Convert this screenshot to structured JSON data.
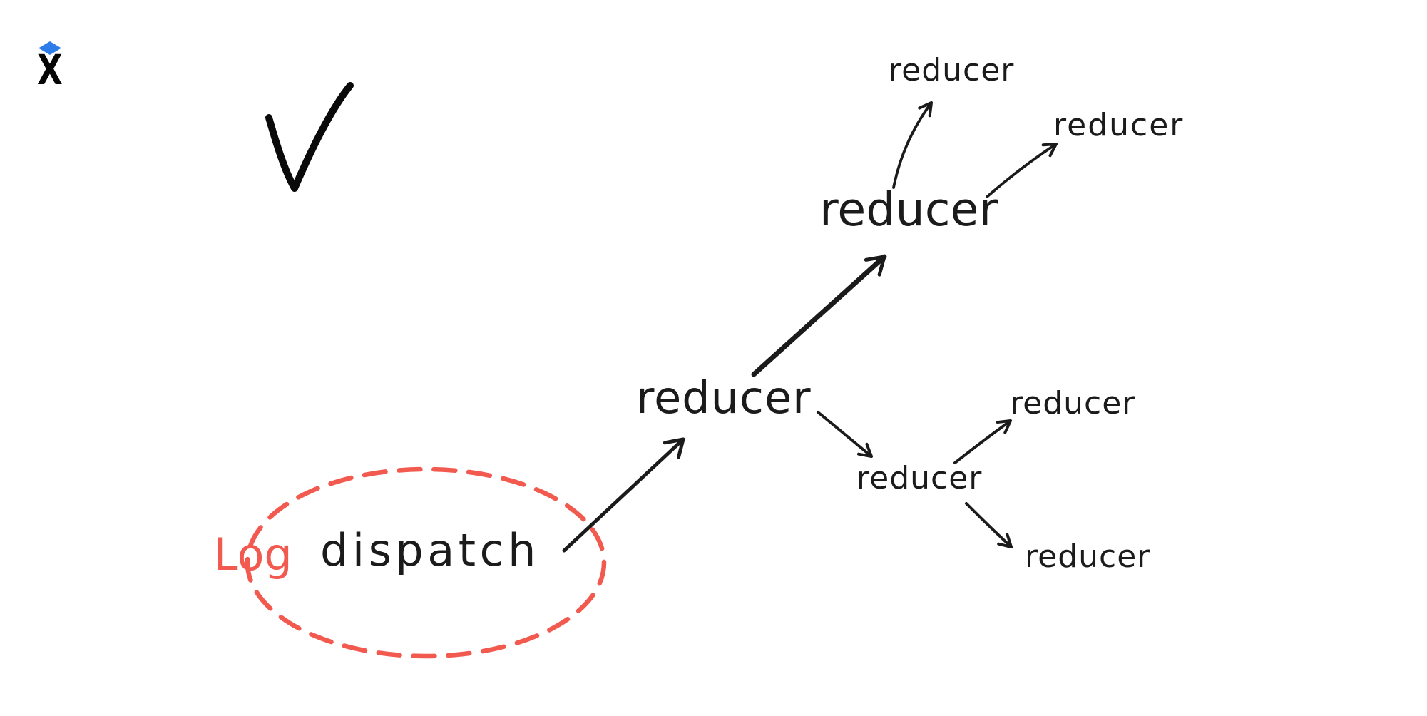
{
  "colors": {
    "background": "#ffffff",
    "ink": "#1b1b1b",
    "accent_red": "#f2594f",
    "logo_blue": "#2e7ce9"
  },
  "logo": {
    "glyph": "X"
  },
  "icons": {
    "logo_diamond": "diamond",
    "checkmark": "✓"
  },
  "diagram": {
    "source": {
      "annotation": "Log",
      "label": "dispatch",
      "highlight_shape": "dashed-ellipse"
    },
    "reducers": [
      {
        "id": "level1",
        "label": "reducer"
      },
      {
        "id": "level2-top",
        "label": "reducer"
      },
      {
        "id": "leaf-top",
        "label": "reducer"
      },
      {
        "id": "leaf-top-right",
        "label": "reducer"
      },
      {
        "id": "level2-bottom",
        "label": "reducer"
      },
      {
        "id": "leaf-mid-right",
        "label": "reducer"
      },
      {
        "id": "leaf-bottom-right",
        "label": "reducer"
      }
    ],
    "edges": [
      {
        "from": "dispatch",
        "to": "level1"
      },
      {
        "from": "level1",
        "to": "level2-top"
      },
      {
        "from": "level2-top",
        "to": "leaf-top"
      },
      {
        "from": "level2-top",
        "to": "leaf-top-right"
      },
      {
        "from": "level1",
        "to": "level2-bottom"
      },
      {
        "from": "level2-bottom",
        "to": "leaf-mid-right"
      },
      {
        "from": "level2-bottom",
        "to": "leaf-bottom-right"
      }
    ]
  }
}
